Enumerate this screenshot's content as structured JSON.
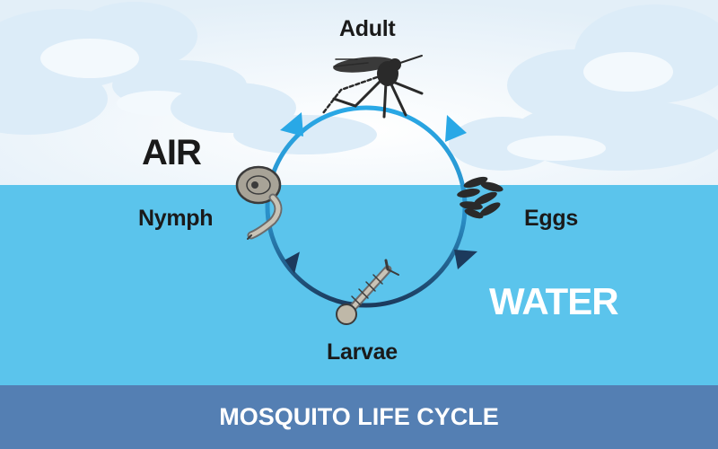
{
  "diagram": {
    "stages": {
      "adult": "Adult",
      "eggs": "Eggs",
      "larvae": "Larvae",
      "nymph": "Nymph"
    },
    "zones": {
      "air": "AIR",
      "water": "WATER"
    },
    "title": "MOSQUITO LIFE CYCLE"
  },
  "colors": {
    "sky": "#e9f3fa",
    "cloud": "#ffffff",
    "water": "#5bc4ec",
    "banner": "#547fb3",
    "arrow_light": "#29a8e6",
    "arrow_dark": "#1c3a5c",
    "insect": "#2a2a2a"
  }
}
